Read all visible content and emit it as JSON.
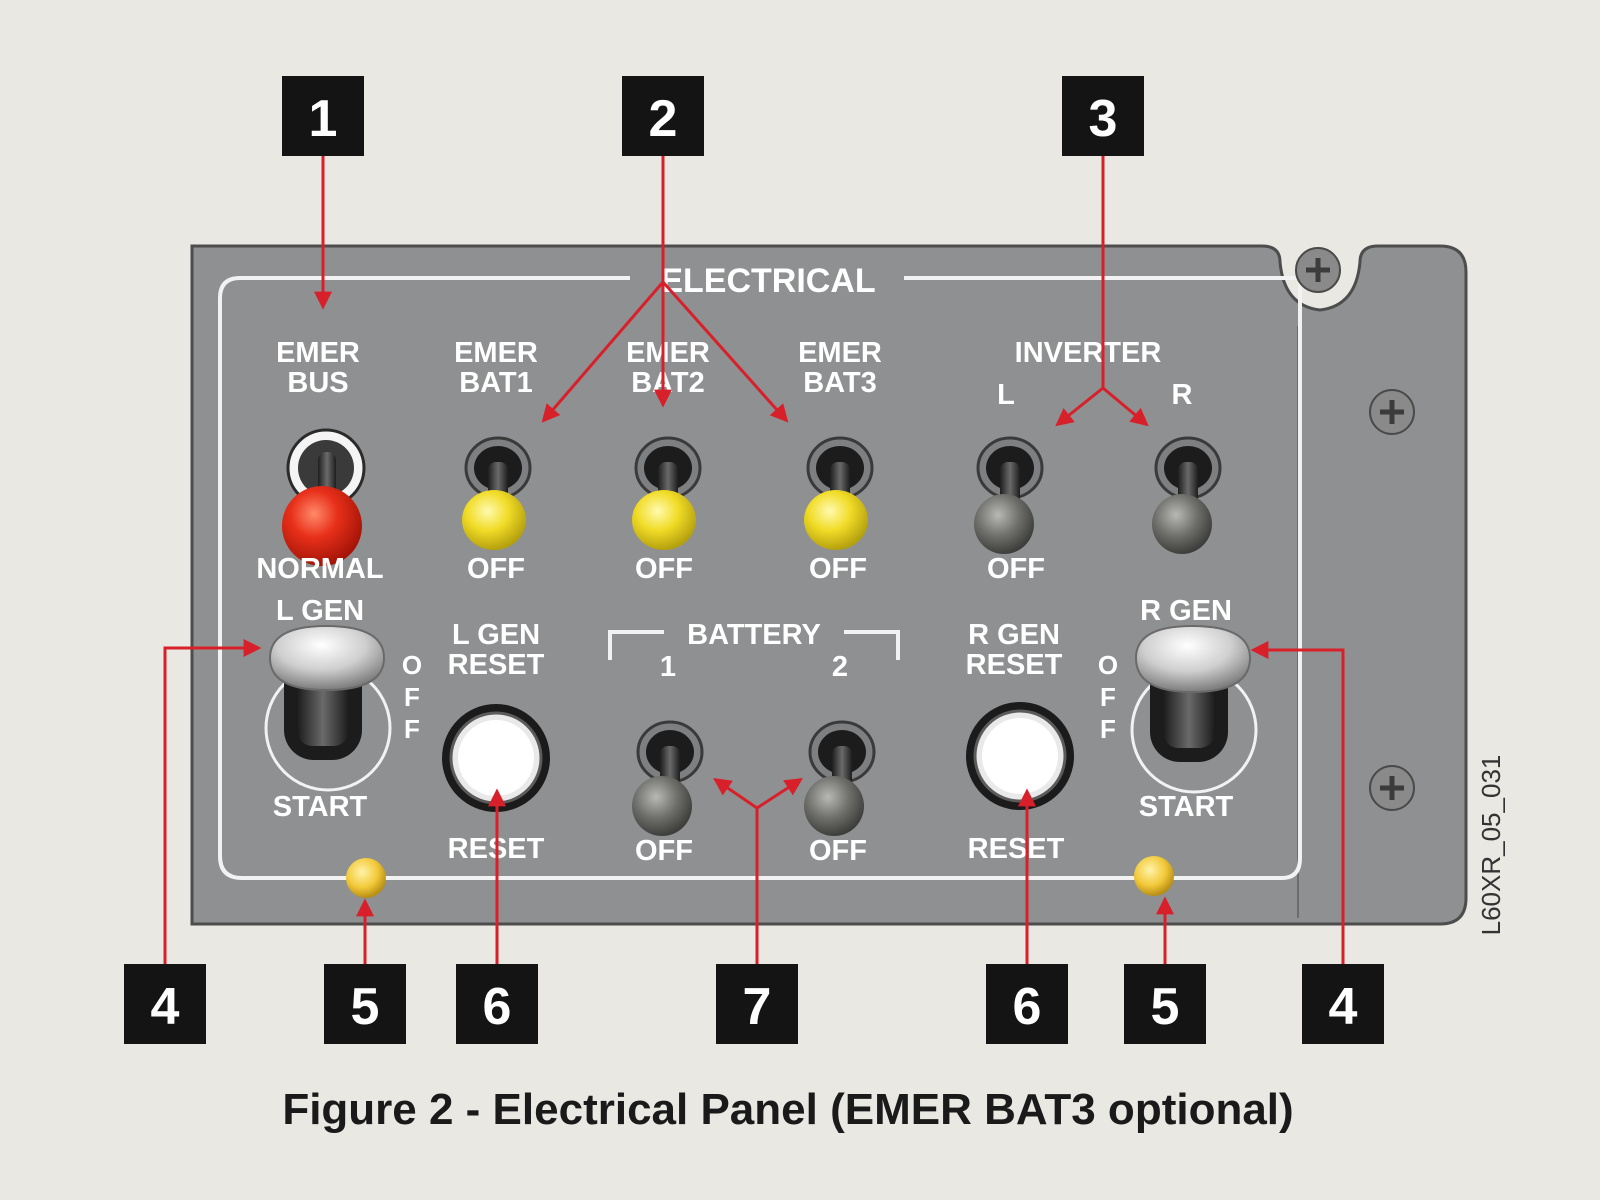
{
  "panel": {
    "title": "ELECTRICAL",
    "code": "L60XR_05_031",
    "emer_bus": {
      "line1": "EMER",
      "line2": "BUS",
      "bottom": "NORMAL"
    },
    "emer_bat1": {
      "line1": "EMER",
      "line2": "BAT1",
      "bottom": "OFF"
    },
    "emer_bat2": {
      "line1": "EMER",
      "line2": "BAT2",
      "bottom": "OFF"
    },
    "emer_bat3": {
      "line1": "EMER",
      "line2": "BAT3",
      "bottom": "OFF"
    },
    "inverter": {
      "title": "INVERTER",
      "left": "L",
      "right": "R",
      "bottom": "OFF"
    },
    "l_gen": {
      "label": "L GEN",
      "off": "OFF",
      "start": "START"
    },
    "r_gen": {
      "label": "R GEN",
      "off": "OFF",
      "start": "START"
    },
    "l_gen_reset": {
      "line1": "L GEN",
      "line2": "RESET",
      "bottom": "RESET"
    },
    "r_gen_reset": {
      "line1": "R GEN",
      "line2": "RESET",
      "bottom": "RESET"
    },
    "battery": {
      "title": "BATTERY",
      "one": "1",
      "two": "2",
      "bottom1": "OFF",
      "bottom2": "OFF"
    }
  },
  "callouts": {
    "c1": "1",
    "c2": "2",
    "c3": "3",
    "c4_left": "4",
    "c5_left": "5",
    "c6_left": "6",
    "c7": "7",
    "c6_right": "6",
    "c5_right": "5",
    "c4_right": "4"
  },
  "caption": "Figure 2 - Electrical Panel (EMER BAT3 optional)",
  "colors": {
    "panel": "#8f9091",
    "callout_line": "#d8202a",
    "emer_bus_knob": "#e02a14",
    "emer_bat_knob": "#f0d622",
    "annunciator": "#f2c93a"
  }
}
